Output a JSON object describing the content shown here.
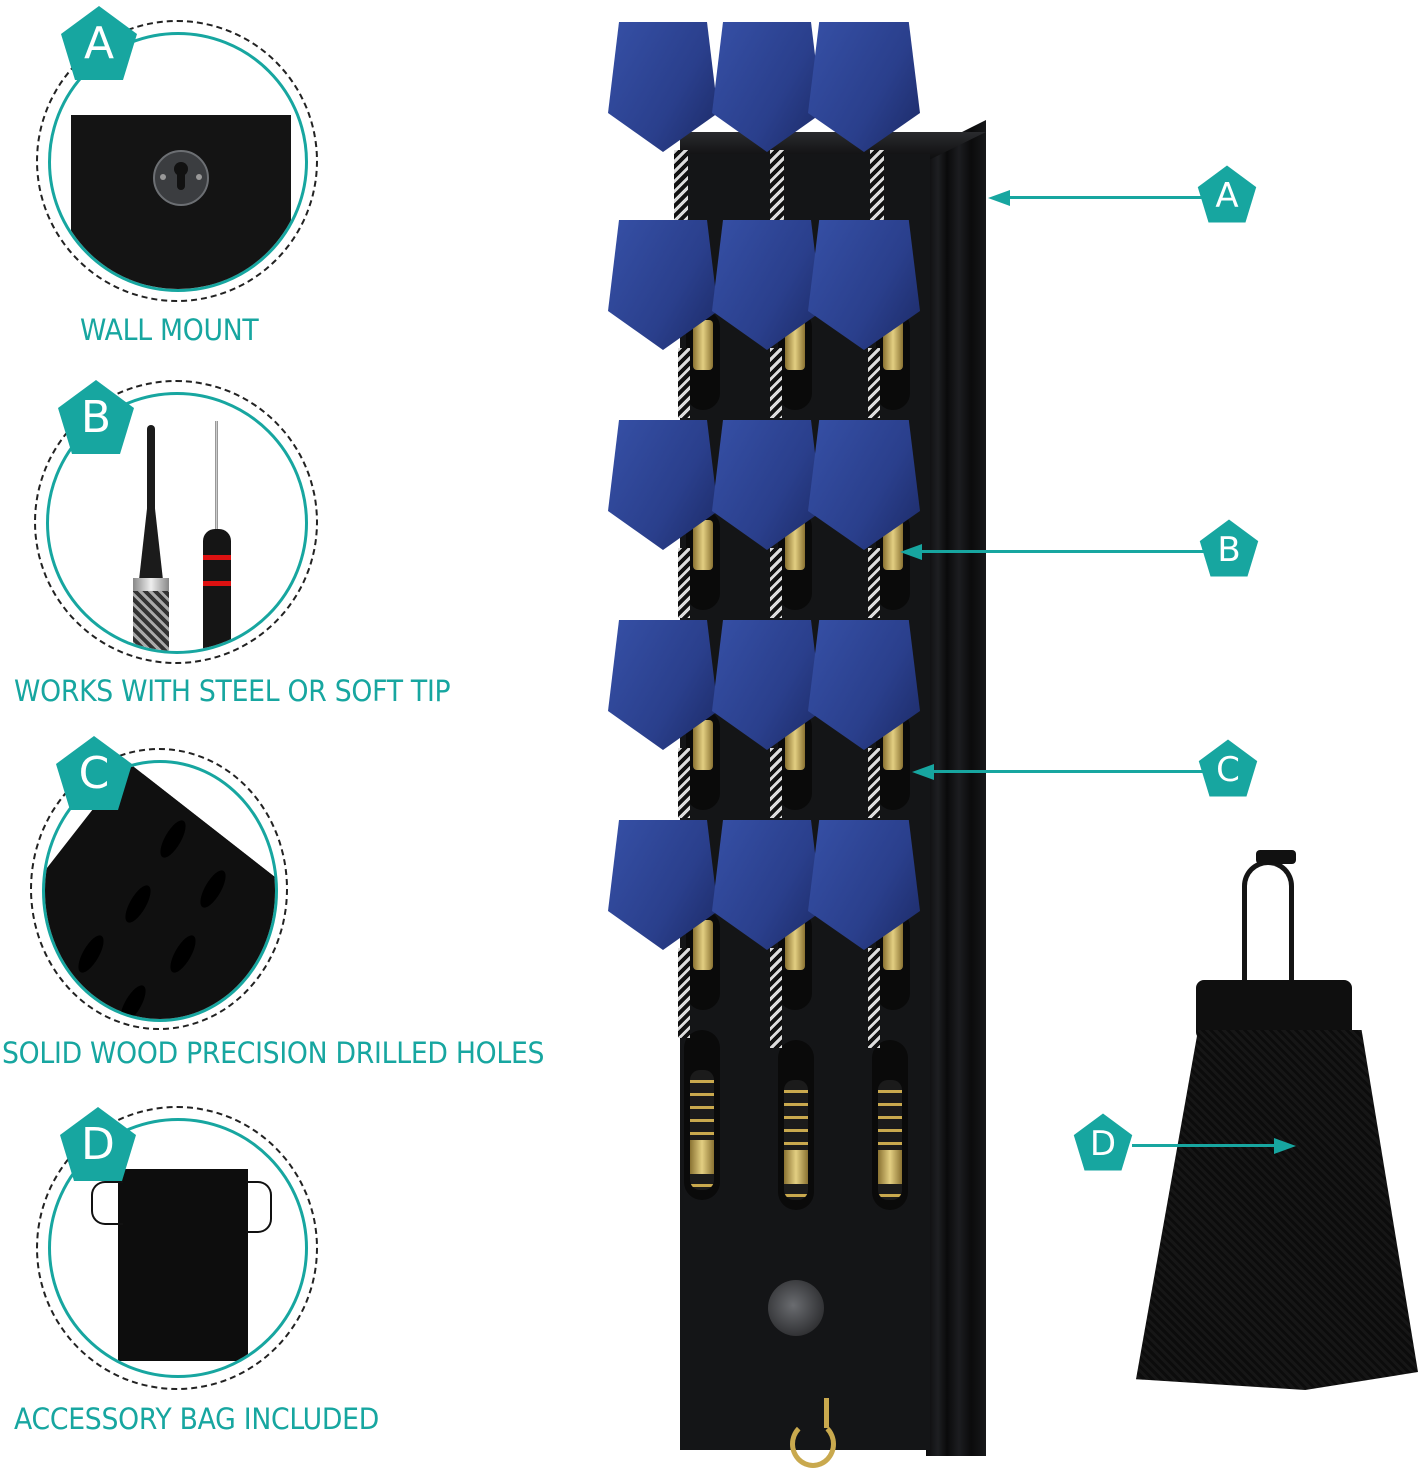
{
  "theme": {
    "accent": "#17a6a0",
    "board": "#111214",
    "flight_blue": "#2f4fa0",
    "brass": "#c9a94e"
  },
  "features": [
    {
      "badge": "A",
      "label": "WALL MOUNT",
      "image": "keyhole-mount-closeup"
    },
    {
      "badge": "B",
      "label": "WORKS WITH STEEL OR SOFT TIP",
      "image": "soft-tip-and-steel-tip-darts"
    },
    {
      "badge": "C",
      "label": "SOLID   WOOD PRECISION DRILLED HOLES",
      "image": "drilled-holes-closeup"
    },
    {
      "badge": "D",
      "label": "ACCESSORY BAG INCLUDED",
      "image": "drawstring-bag"
    }
  ],
  "callouts": [
    {
      "badge": "A",
      "target": "board-frame"
    },
    {
      "badge": "B",
      "target": "dart-barrel"
    },
    {
      "badge": "C",
      "target": "drilled-hole"
    },
    {
      "badge": "D",
      "target": "accessory-bag"
    }
  ],
  "product": {
    "dart_rows": 5,
    "dart_columns": 3,
    "accessories": [
      "sharpening-stone",
      "brass-hook"
    ]
  }
}
